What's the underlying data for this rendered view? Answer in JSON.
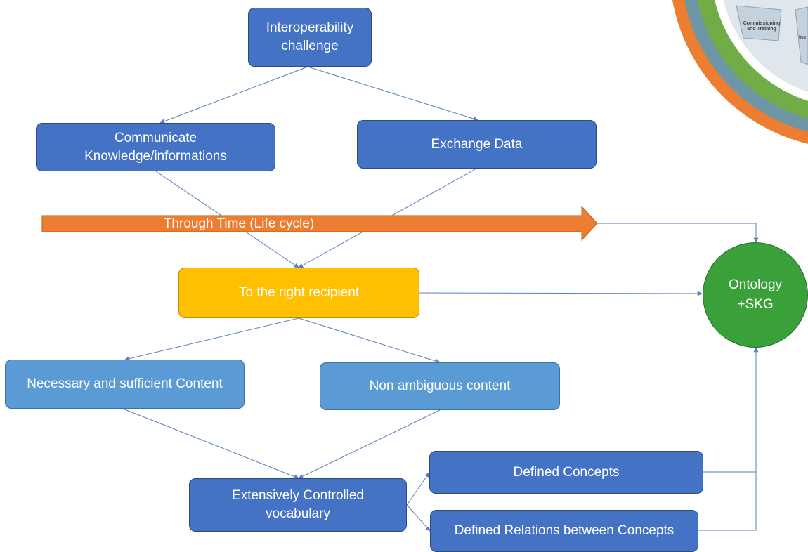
{
  "nodes": {
    "interoperability": "Interoperability challenge",
    "communicate": "Communicate Knowledge/informations",
    "exchange": "Exchange Data",
    "recipient": "To the right recipient",
    "necessary": "Necessary and sufficient Content",
    "non_ambiguous": "Non ambiguous content",
    "vocabulary": "Extensively Controlled vocabulary",
    "defined_concepts": "Defined Concepts",
    "defined_relations": "Defined Relations between Concepts",
    "ontology": "Ontology +SKG"
  },
  "timeline_label": "Through Time (Life cycle)",
  "lifecycle_graphic": {
    "segment_label": "Commissioning and Training",
    "cut_label": "Ins"
  },
  "colors": {
    "dark_box": "#4472c4",
    "light_box": "#5b9bd5",
    "recipient_box": "#ffc000",
    "ontology_circle": "#3aa03a",
    "timeline_arrow": "#ed7d31",
    "connector": "#5b7fc0"
  }
}
